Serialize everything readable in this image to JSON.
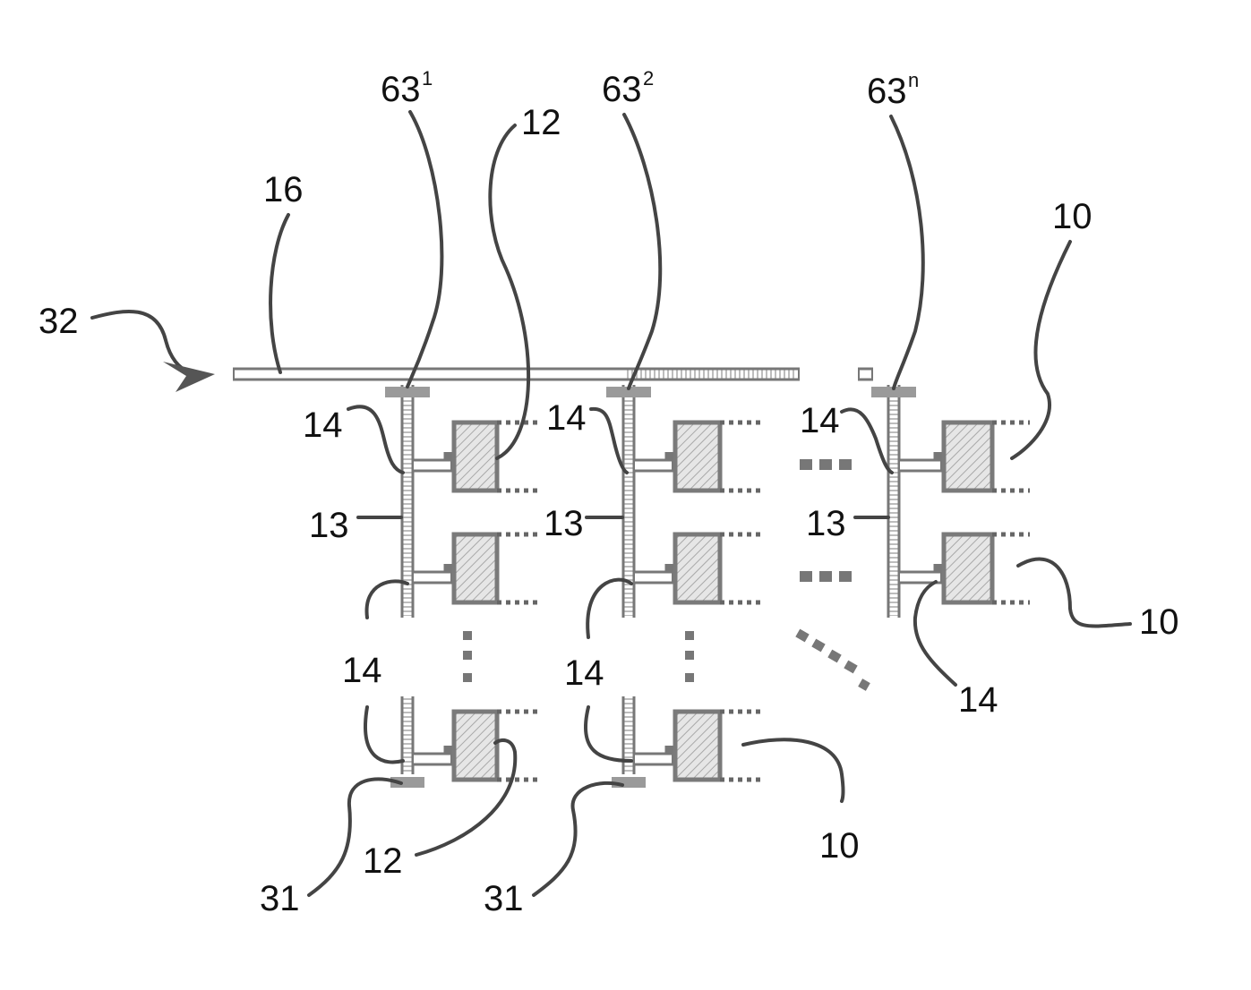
{
  "figure": {
    "labels": {
      "inlet": "32",
      "main_pipe": "16",
      "tap_1": "63",
      "tap_1_sup": "1",
      "tap_2": "63",
      "tap_2_sup": "2",
      "tap_n": "63",
      "tap_n_sup": "n",
      "cell_a": "12",
      "cell_b": "12",
      "module_a": "10",
      "module_b": "10",
      "module_c": "10",
      "branch_1": "13",
      "branch_2": "13",
      "branch_3": "13",
      "junction_1": "14",
      "junction_2": "14",
      "junction_3": "14",
      "junction_4": "14",
      "junction_5": "14",
      "junction_6": "14",
      "end_cap_1": "31",
      "end_cap_2": "31"
    }
  }
}
